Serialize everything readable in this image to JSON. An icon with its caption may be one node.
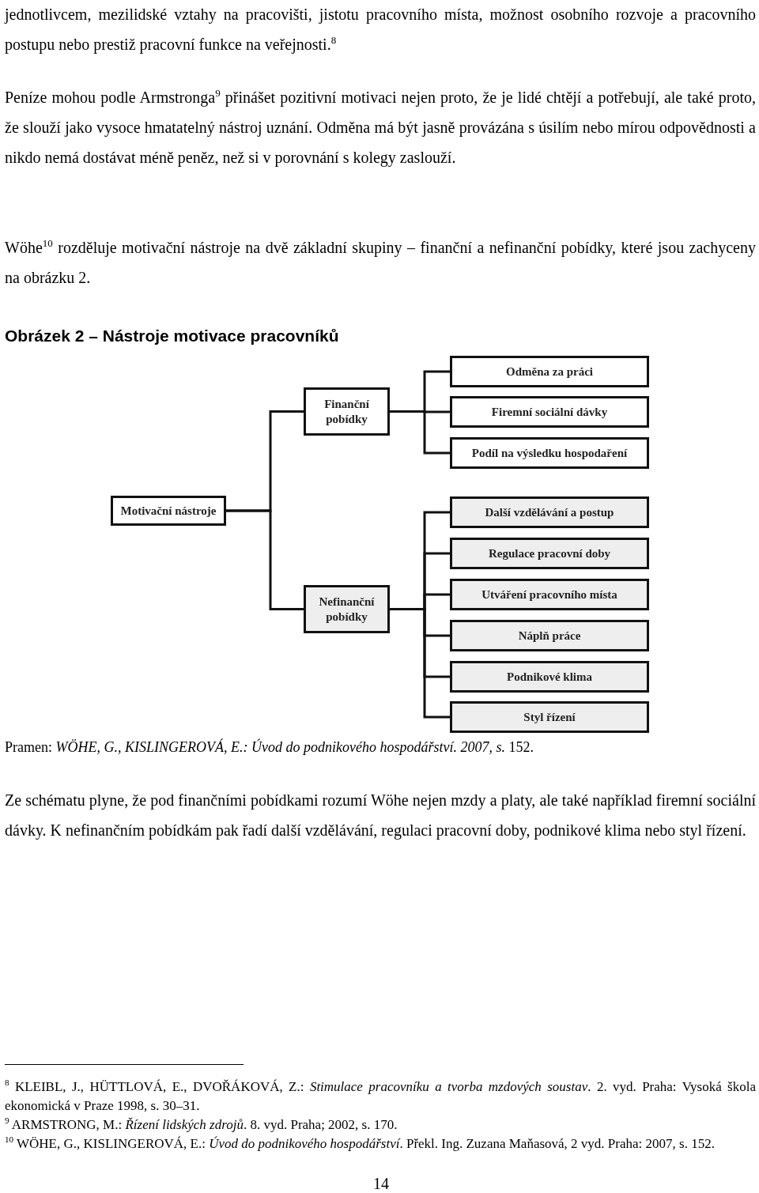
{
  "diagram": {
    "title": "Obrázek 2 – Nástroje motivace pracovníků",
    "caption": "Pramen: *WÖHE, G., KISLINGEROVÁ, E.: Úvod do podnikového hospodářství. 2007, s.* 152.",
    "nodes": [
      {
        "text": [
          "Motivační nástroje"
        ]
      },
      {
        "text": [
          "Finanční pobídky"
        ]
      },
      {
        "text": [
          "Odměna za práci"
        ]
      },
      {
        "text": [
          "Firemní sociální dávky"
        ]
      },
      {
        "text": [
          "Podíl na výsledku hospodaření"
        ]
      },
      {
        "text": [
          "Nefinanční pobídky"
        ]
      },
      {
        "text": [
          "Další vzdělávání a postup"
        ]
      },
      {
        "text": [
          "Regulace pracovní doby"
        ]
      },
      {
        "text": [
          "Utváření pracovního místa"
        ]
      },
      {
        "text": [
          "Náplň práce"
        ]
      },
      {
        "text": [
          "Podnikové klima"
        ]
      },
      {
        "text": [
          "Styl řízení"
        ]
      }
    ],
    "edges": [
      {
        "from": 0,
        "to": 1,
        "arrow": "none"
      },
      {
        "from": 0,
        "to": 5,
        "arrow": "none"
      },
      {
        "from": 1,
        "to": 2,
        "arrow": "none"
      },
      {
        "from": 1,
        "to": 3,
        "arrow": "none"
      },
      {
        "from": 1,
        "to": 4,
        "arrow": "none"
      },
      {
        "from": 5,
        "to": 6,
        "arrow": "none"
      },
      {
        "from": 5,
        "to": 7,
        "arrow": "none"
      },
      {
        "from": 5,
        "to": 8,
        "arrow": "none"
      },
      {
        "from": 5,
        "to": 9,
        "arrow": "none"
      },
      {
        "from": 5,
        "to": 10,
        "arrow": "none"
      },
      {
        "from": 5,
        "to": 11,
        "arrow": "none"
      }
    ],
    "labels": [
      "jednotlivcem, mezilidské vztahy na pracovišti, jistotu pracovního místa, možnost osobního rozvoje a pracovního postupu nebo prestiž pracovní funkce na veřejnosti.$^{8}$",
      "Peníze mohou podle Armstronga$^{9}$ přinášet pozitivní motivaci nejen proto, že je lidé chtějí a potřebují, ale také proto, že slouží jako vysoce hmatatelný nástroj uznání. Odměna má být jasně provázána s úsilím nebo mírou odpovědnosti a nikdo nemá dostávat méně peněz, než si v porovnání s kolegy zaslouží.",
      "Wöhe$^{10}$ rozděluje motivační nástroje na dvě základní skupiny – finanční a nefinanční pobídky, které jsou zachyceny na obrázku 2.",
      "Ze schématu plyne, že pod finančními pobídkami rozumí Wöhe nejen mzdy a platy, ale také například firemní sociální dávky. K nefinančním pobídkám pak řadí další vzdělávání, regulaci pracovní doby, podnikové klima nebo styl řízení.",
      "$^{8}$ KLEIBL, J., HÜTTLOVÁ, E., DVOŘÁKOVÁ, Z.: *Stimulace pracovníku a tvorba mzdových soustav*. 2. vyd. Praha: Vysoká škola ekonomická v Praze 1998, s. 30–31.",
      "$^{9}$ ARMSTRONG, M.: *Řízení lidských zdrojů*. 8. vyd. Praha; 2002, s. 170.",
      "$^{10}$ WÖHE, G., KISLINGEROVÁ, E.: *Úvod do podnikového hospodářství*. Překl. Ing. Zuzana Maňasová, 2 vyd. Praha: 2007, s. 152.",
      "14"
    ]
  }
}
